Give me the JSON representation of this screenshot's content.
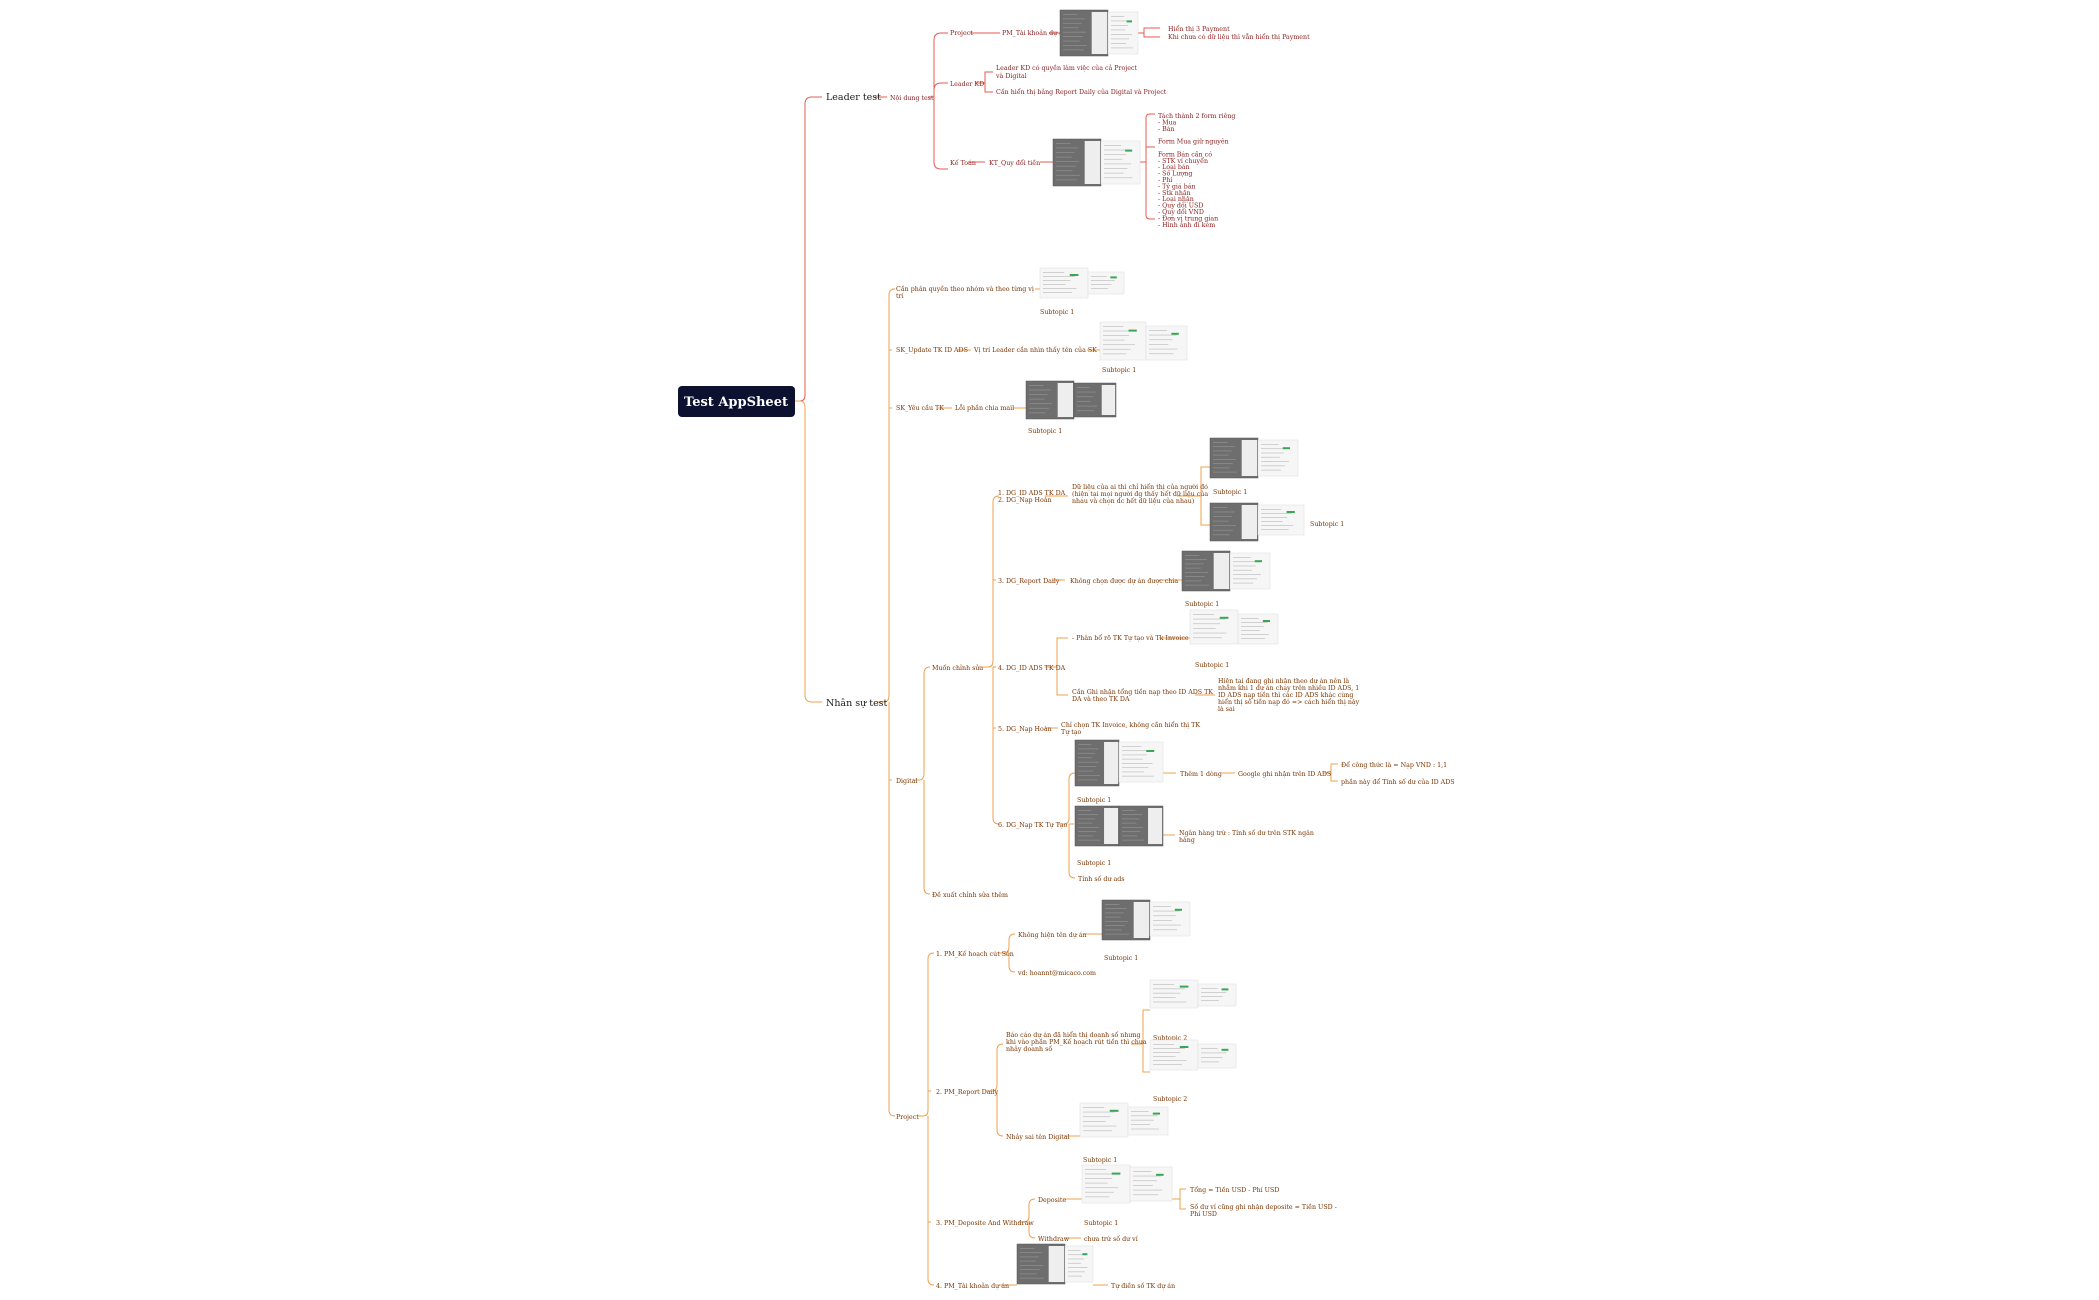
{
  "colors": {
    "red_branch": "#e8584e",
    "orange_branch": "#f2a04e",
    "root_fill": "#0c1130",
    "text": "#7a3300"
  },
  "root": {
    "label": "Test AppSheet"
  },
  "leader": {
    "label": "Leader test",
    "noi_dung": "Nội dung test",
    "project": "Project",
    "pm_tai_khoan": "PM_Tài khoản dự án",
    "project_note1": "Hiển thị 3 Payment",
    "project_note2": "Khi chưa có dữ liệu thì vẫn hiển thị Payment",
    "leader_kd": "Leader KD",
    "kd_note1a": "Leader KD có quyền làm việc của cả Project",
    "kd_note1b": "và Digital",
    "kd_note2": "Cần hiển thị bảng Report Daily của Digital và Project",
    "ke_toan": "Kế Toán",
    "kt_quy_doi": "KT_Quy đổi tiền",
    "kt_notes": [
      "Tách thành 2 form riêng",
      "- Mua",
      "- Bán",
      "",
      "Form Mua giữ nguyên",
      "",
      "Form Bán cần có",
      "- STK ví chuyển",
      "- Loại bán",
      "- Số Lượng",
      "- Phí",
      "- Tỷ giá bán",
      "- Stk nhận",
      "- Loại nhận",
      "- Quy đổi USD",
      "- Quy đổi VND",
      "- Đơn vị trung gian",
      "- Hình ảnh đi kèm"
    ]
  },
  "nhansu": {
    "label": "Nhân sự test",
    "phan_quyen_a": "Cần phân quyền theo nhóm và theo từng vị",
    "phan_quyen_b": "trí",
    "sk_update": "SK_Update TK ID ADS",
    "sk_update_note": "Vị trí Leader cần nhìn thấy tên của SK",
    "sk_yeu_cau": "SK_Yêu cầu TK",
    "sk_yeu_cau_note": "Lỗi phần chia mail",
    "digital": "Digital",
    "muon_chinh_sua": "Muốn chỉnh sửa",
    "dg1a": "1. DG_ID ADS TK DA",
    "dg1b": "2. DG_Nạp Hoàn",
    "dg1_note": [
      "Dữ liệu của ai thì chỉ hiển thị của người đó",
      "(hiện tại mọi người đg thấy hết dữ liệu của",
      "nhau và chọn dc hết dữ liệu của nhau)"
    ],
    "dg3": "3. DG_Report Daily",
    "dg3_note": "Không chọn được dự án được chia",
    "dg4": "4. DG_ID ADS TK DA",
    "dg4_note1": "- Phân bổ rõ TK Tự tạo và Tk Invoice",
    "dg4_note2a": "Cần Ghi nhận tổng tiền nạp theo ID ADS TK",
    "dg4_note2b": "DA và theo TK DA",
    "dg4_note3": [
      "Hiện tại đang ghi nhận theo dự án nên là",
      "nhầm khi 1 dự án chạy trên nhiều ID ADS, 1",
      "ID ADS nạp tiền thì các ID ADS khác cùng",
      "hiển thị số tiền nạp đó => cách hiển thị này",
      "là sai"
    ],
    "dg5": "5. DG_Nạp Hoàn",
    "dg5_note1": "Chỉ chọn TK Invoice, không cần hiển thị TK",
    "dg5_note2": "Tự tạo",
    "dg6": "6. DG_Nạp TK Tự Tạo",
    "them1dong": "Thêm 1 dòng",
    "google_ghi_nhan": "Google ghi nhận trên ID ADS",
    "cong_thuc": "Để công thức là = Nạp VND : 1,1",
    "phan_nay": "phần này để Tính số dư của ID ADS",
    "ngan_hang1": "Ngân hàng trừ : Tính số dư trên STK ngân",
    "ngan_hang2": "hàng",
    "tinh_so_du": "Tính số dư ads",
    "de_xuat": "Đề xuất chỉnh sửa thêm",
    "project": "Project",
    "pm1": "1. PM_Kế hoạch cút Sên",
    "pm1_note1": "Không hiện tên dự án",
    "pm1_note2": "vd: hoannt@micaco.com",
    "pm2": "2. PM_Report Daily",
    "pm2_note1": [
      "Báo cáo dự án đã hiển thị doanh số nhưng",
      "khi vào phần PM_Kế hoạch rút tiền thì chưa",
      "nhảy doanh số"
    ],
    "pm2_note2": "Nhảy sai tên Digital",
    "pm3": "3. PM_Deposite And Withdraw",
    "deposite": "Deposite",
    "dep_note1": "Tổng = Tiền USD - Phí USD",
    "dep_note2a": "Số dư ví cũng ghi nhận deposite = Tiền USD -",
    "dep_note2b": "Phí USD",
    "withdraw": "Withdraw",
    "withdraw_note": "chưa trừ số dư ví",
    "pm4": "4. PM_Tài khoản dự án",
    "pm4_note": "Tự điền số TK dự án"
  },
  "subtopics": {
    "s1": "Subtopic 1",
    "s2": "Subtopic 2"
  }
}
